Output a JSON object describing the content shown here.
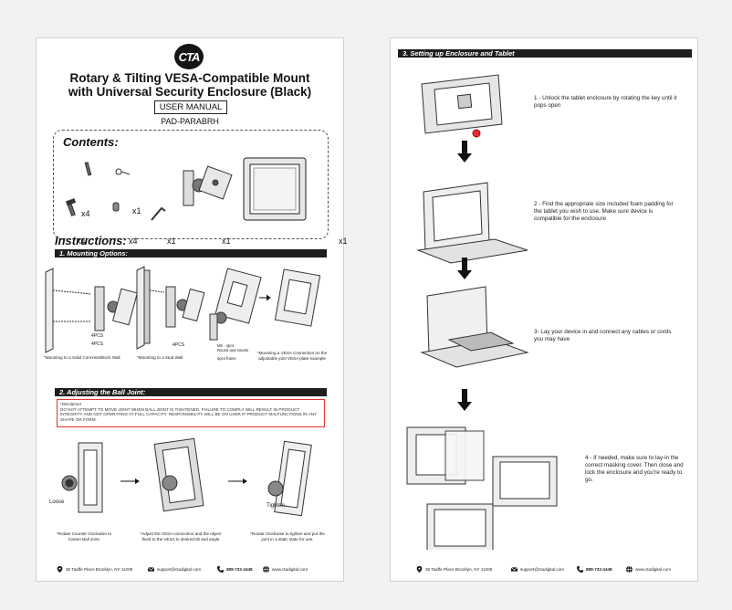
{
  "page1": {
    "logo": "CTA",
    "title_line1": "Rotary & Tilting VESA-Compatible Mount",
    "title_line2": "with Universal Security Enclosure (Black)",
    "manual_label": "USER MANUAL",
    "model": "PAD-PARABRH",
    "contents_heading": "Contents:",
    "contents_qty": [
      "x4",
      "x1",
      "x4",
      "x4",
      "x1",
      "x1",
      "x1"
    ],
    "instructions_heading": "Instructions:",
    "mounting_bar": "1. Mounting Options:",
    "mount_small": {
      "a_line1": "4PCS",
      "a_line2": "4PCS",
      "b_line1": "4PCS",
      "c_line1": "M5 · 4pcs",
      "c_line2": "Round and smarts",
      "c_line3": "4pcs frame"
    },
    "mount_captions": [
      "*Mounting to a Solid Concrete/Block Wall",
      "*Mounting to a Stud Wall",
      "*Mounting a VESA Connection on the adjustable joint VESA plate example"
    ],
    "ball_bar": "2. Adjusting the Ball Joint:",
    "disclaimer_title": "*Disclaimer",
    "disclaimer_text": "DO NOT ATTEMPT TO MOVE JOINT WHEN BALL JOINT IS TIGHTENED. FAILURE TO COMPLY WILL RESULT IN PRODUCT INTEGRITY AND NOT OPERATING AT FULL CAPACITY. RESPONSIBILITY WILL BE ON USER IF PRODUCT MALFUNCTIONS IN ANY SHAPE OR FORM.",
    "loose_label": "Loose",
    "tighten_label": "Tighten",
    "ball_captions": [
      "*Rotate Counter Clockwise to loosen Ball Joint",
      "*Adjust the VESA connection and the object fixed to the VESA to desired tilt and angle",
      "*Rotate Clockwise to tighten and put the joint in a static state for use."
    ],
    "footer": {
      "address": "36 Taaffe Place Brooklyn, NY 11205",
      "email": "support@ctadigital.com",
      "phone": "888-733-4448",
      "web": "www.ctadigital.com"
    }
  },
  "page2": {
    "bar": "3. Setting up Enclosure and Tablet",
    "steps": [
      "1 - Unlock the tablet enclosure by rotating the key until it pops open",
      "2 - Find the appropriate size included foam padding for the tablet you wish to use. Make sure device is compatible for the enclosure",
      "3- Lay your device in and connect any cables or cords you may have",
      "4 - If needed, make sure to lay-in the correct masking cover. Then close and lock the enclosure and you're ready to go."
    ],
    "footer": {
      "address": "36 Taaffe Place Brooklyn, NY 11205",
      "email": "support@ctadigital.com",
      "phone": "888-733-4448",
      "web": "www.ctadigital.com"
    }
  }
}
